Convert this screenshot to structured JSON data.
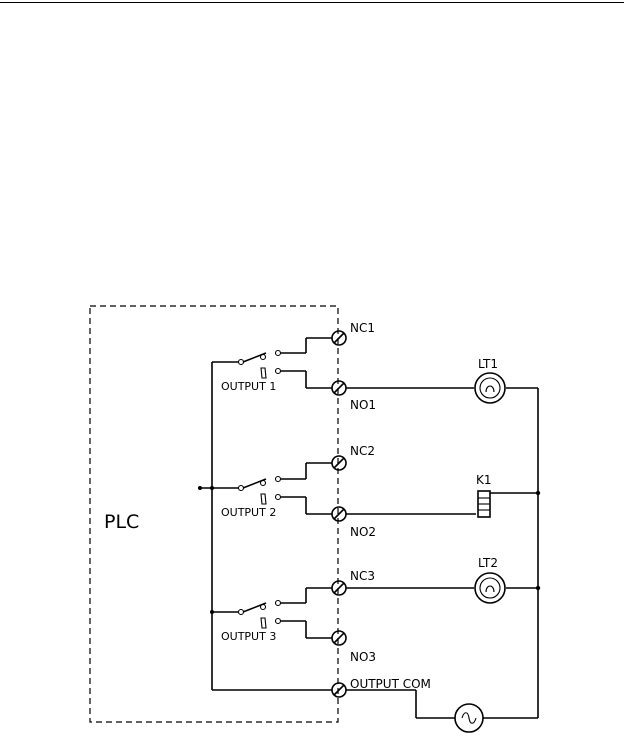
{
  "plc_label": "PLC",
  "terminals": {
    "nc1": "NC1",
    "no1": "NO1",
    "nc2": "NC2",
    "no2": "NO2",
    "nc3": "NC3",
    "no3": "NO3",
    "output_com": "OUTPUT COM"
  },
  "relays": {
    "output1": "OUTPUT 1",
    "output2": "OUTPUT 2",
    "output3": "OUTPUT 3"
  },
  "loads": {
    "lt1": "LT1",
    "k1": "K1",
    "lt2": "LT2"
  }
}
